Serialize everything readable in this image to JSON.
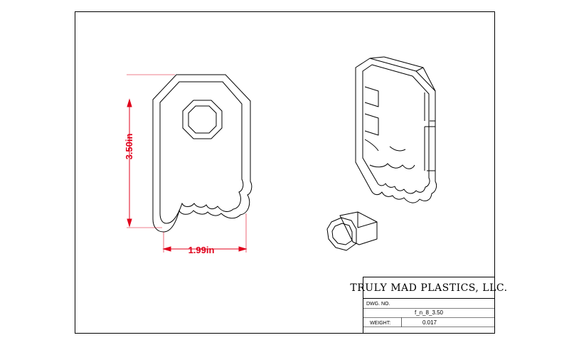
{
  "title_block": {
    "company": "TRULY MAD PLASTICS, LLC.",
    "dwg_no_label": "DWG. NO.",
    "dwg_no_value": "f_n_8_3.50",
    "weight_label": "WEIGHT:",
    "weight_value": "0.017"
  },
  "dimensions": {
    "height": "3.50in",
    "width": "1.99in"
  },
  "colors": {
    "line": "#000000",
    "dimension": "#e0001b"
  },
  "views": {
    "front": "front-outline-view",
    "isometric_cutter": "isometric-cutter-view",
    "isometric_insert": "isometric-insert-view"
  }
}
